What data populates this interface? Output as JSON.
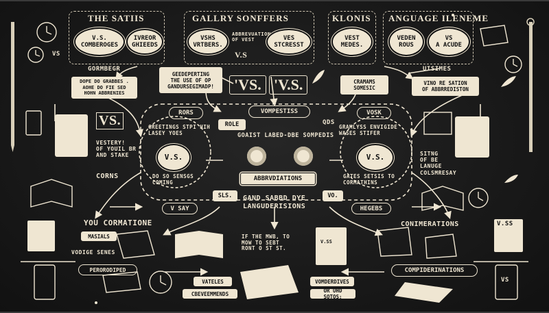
{
  "top_panels": [
    {
      "title": "THE SATIIS",
      "bubble_a": "V.S.\nCOMBEROGES",
      "bubble_b": "IVREOR\nGHIEEDS"
    },
    {
      "title": "GALLRY SONFFERS",
      "bubble_a": "VSHS\nVRTBERS.",
      "note": "ABBREVUATION\nOF VEST",
      "bubble_b": "VES\nSTCRESST",
      "vs": "V.S"
    },
    {
      "title": "KLONIS",
      "bubble_a": "VEST\nMEDES."
    },
    {
      "title": "ANGUAGE ILENEME",
      "bubble_a": "VEDEN\nROUS",
      "bubble_b": "VS\nA ACUDE"
    }
  ],
  "upper": {
    "gormbegr": "GORMBEGR",
    "note_left": "DOPE DO GRABBES .\nAOHE DO FIE SED\nHOHN ABBRENIES",
    "note_mid": "GEEDEPERTING\nTHE USE OF OP\nGANDURSEGIMADP!",
    "vs1": "'VS.",
    "vs2": "'V.S.",
    "note_right": "CRAMAMS\nSOMESIC",
    "usimes": "UISIMES",
    "note_far_right": "VINO RE SATION\nOF ABBRREDISTON"
  },
  "center": {
    "rors": "RORS",
    "vompestiss": "VOMPESTISS",
    "vosk": "VOSK",
    "role": "ROLE",
    "qds": "QDS",
    "main_label": "GOAIST LABED-DBE SOMPEDIS",
    "abbreviations": "ABBRVDIATIONS",
    "subtitle": "GAND SABBD DYE\nLANGUDERISIONS",
    "sls": "SLS.",
    "vo": "VO.",
    "left_vs": "V.S.",
    "right_vs": "V.S.",
    "left_top": "GREETINGS  STPI HIH\n LASEY   YOES",
    "left_bottom": "DO SO  SENSGS\n  COMING",
    "right_top": "GRAMLYSS  ENVIGIDE\n WASES    STIFER",
    "right_bottom": "GATES   SETSIS TO\n  CORMATHINS",
    "vsay": "V SAY",
    "hegebs": "HEGEBS"
  },
  "left_side": {
    "board_vs": "VS.",
    "vesteryi": "VESTERY!\nOF YOUIL BR\nAND STAKE",
    "corns": "CORNS"
  },
  "right_side": {
    "sitng": "SITNG\nOF BE\nLANUGE\nCOLSMRESAY"
  },
  "bottom": {
    "you_cormatione": "YOU CORMATIONE",
    "masials": "MASIALS",
    "vodige_senes": "VODIGE SENES",
    "perorodiped": "PERORODIPED",
    "vateles": "VATELES",
    "cbeveemmends": "CBEVEEMMENDS",
    "center_note": "IF THE MWB, TO\nMOW TO SEBT\nRONT O ST ST.",
    "vss": "V.SS",
    "vomderdives": "VOMDERDIVES",
    "or_uhd": "OR UHD SOTOS:",
    "conimerations": "CONIMERATIONS",
    "compiderinations": "COMPIDERINATIONS",
    "cup_vs": "VS",
    "card_vss": "V.SS",
    "small_vs": "VS"
  }
}
